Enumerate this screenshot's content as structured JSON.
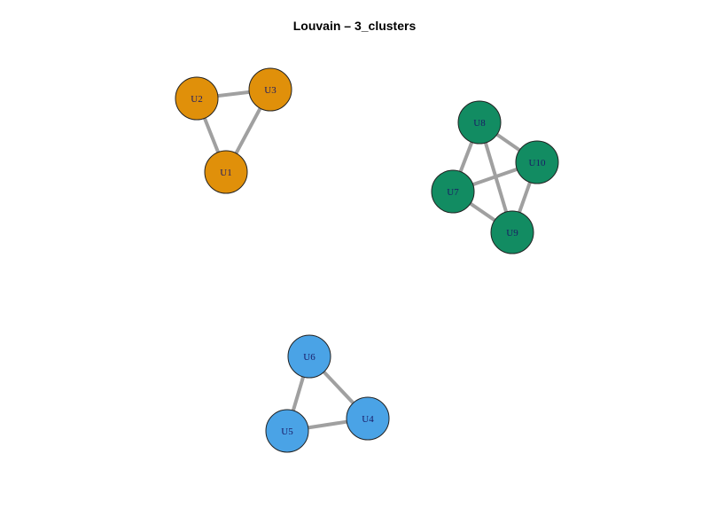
{
  "title": "Louvain – 3_clusters",
  "style": {
    "edge_color": "#a0a0a0",
    "node_stroke": "#222222",
    "label_color": "#1a1a66"
  },
  "clusters": [
    {
      "id": 1,
      "color": "#e0900a"
    },
    {
      "id": 2,
      "color": "#128c62"
    },
    {
      "id": 3,
      "color": "#4aa3e6"
    }
  ],
  "nodes": [
    {
      "id": "U1",
      "label": "U1",
      "cluster": 1
    },
    {
      "id": "U2",
      "label": "U2",
      "cluster": 1
    },
    {
      "id": "U3",
      "label": "U3",
      "cluster": 1
    },
    {
      "id": "U4",
      "label": "U4",
      "cluster": 3
    },
    {
      "id": "U5",
      "label": "U5",
      "cluster": 3
    },
    {
      "id": "U6",
      "label": "U6",
      "cluster": 3
    },
    {
      "id": "U7",
      "label": "U7",
      "cluster": 2
    },
    {
      "id": "U8",
      "label": "U8",
      "cluster": 2
    },
    {
      "id": "U9",
      "label": "U9",
      "cluster": 2
    },
    {
      "id": "U10",
      "label": "U10",
      "cluster": 2
    }
  ],
  "edges": [
    [
      "U1",
      "U2"
    ],
    [
      "U1",
      "U3"
    ],
    [
      "U2",
      "U3"
    ],
    [
      "U4",
      "U5"
    ],
    [
      "U4",
      "U6"
    ],
    [
      "U5",
      "U6"
    ],
    [
      "U7",
      "U8"
    ],
    [
      "U7",
      "U9"
    ],
    [
      "U7",
      "U10"
    ],
    [
      "U8",
      "U9"
    ],
    [
      "U8",
      "U10"
    ],
    [
      "U9",
      "U10"
    ]
  ]
}
